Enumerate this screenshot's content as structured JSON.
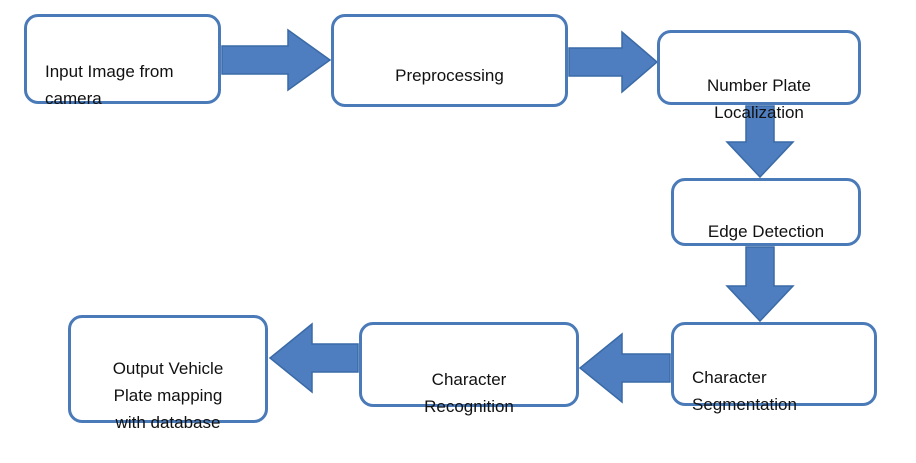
{
  "diagram": {
    "type": "flowchart",
    "steps": [
      {
        "id": "input",
        "label": "Input Image from\ncamera"
      },
      {
        "id": "preprocessing",
        "label": "Preprocessing"
      },
      {
        "id": "localization",
        "label": "Number Plate\nLocalization"
      },
      {
        "id": "edge",
        "label": "Edge Detection"
      },
      {
        "id": "segmentation",
        "label": "Character\nSegmentation"
      },
      {
        "id": "recognition",
        "label": "Character\nRecognition"
      },
      {
        "id": "output",
        "label": "Output Vehicle\nPlate mapping\nwith database"
      }
    ],
    "connections": [
      {
        "from": "input",
        "to": "preprocessing"
      },
      {
        "from": "preprocessing",
        "to": "localization"
      },
      {
        "from": "localization",
        "to": "edge"
      },
      {
        "from": "edge",
        "to": "segmentation"
      },
      {
        "from": "segmentation",
        "to": "recognition"
      },
      {
        "from": "recognition",
        "to": "output"
      }
    ],
    "colors": {
      "box_border": "#4a7ab8",
      "arrow_fill": "#4f7ec0",
      "arrow_stroke": "#3a6aa6",
      "text": "#111111"
    }
  }
}
